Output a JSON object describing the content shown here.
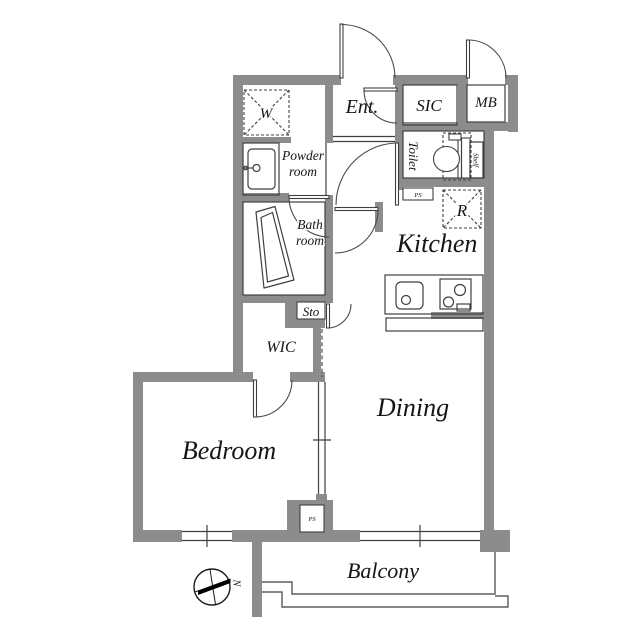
{
  "plan": {
    "type": "apartment-floor-plan",
    "labels": {
      "ent": "Ent.",
      "sic": "SIC",
      "mb": "MB",
      "toilet": "Toilet",
      "shelf": "Shelf",
      "ps": "PS",
      "fridge": "R",
      "kitchen": "Kitchen",
      "washer": "W",
      "powder_line1": "Powder",
      "powder_line2": "room",
      "bath_line1": "Bath",
      "bath_line2": "room",
      "sto": "Sto",
      "wic": "WIC",
      "bedroom": "Bedroom",
      "dining": "Dining",
      "balcony": "Balcony",
      "north": "N"
    },
    "colors": {
      "wall": "#8c8c8c",
      "line": "#3f3f3f",
      "text": "#151515",
      "background": "#ffffff",
      "compass_needle": "#000000"
    }
  }
}
